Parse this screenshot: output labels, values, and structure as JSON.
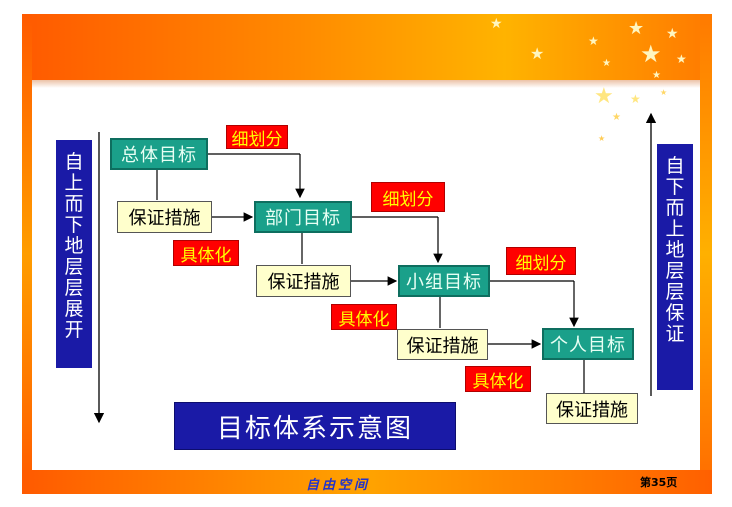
{
  "left_banner": "自上而下地层层展开",
  "right_banner": "自下而上地层层保证",
  "goals": {
    "overall": "总体目标",
    "department": "部门目标",
    "team": "小组目标",
    "individual": "个人目标"
  },
  "measure_label": "保证措施",
  "subdivide_label": "细划分",
  "concretize_label": "具体化",
  "title": "目标体系示意图",
  "footer": {
    "logo_text": "自由空间",
    "page": "第35页"
  },
  "colors": {
    "goal_box": "#1aa08a",
    "measure_box": "#ffffcc",
    "tag_box": "#ff0000",
    "banner": "#1a1aa6",
    "frame": "#ff7a00"
  }
}
